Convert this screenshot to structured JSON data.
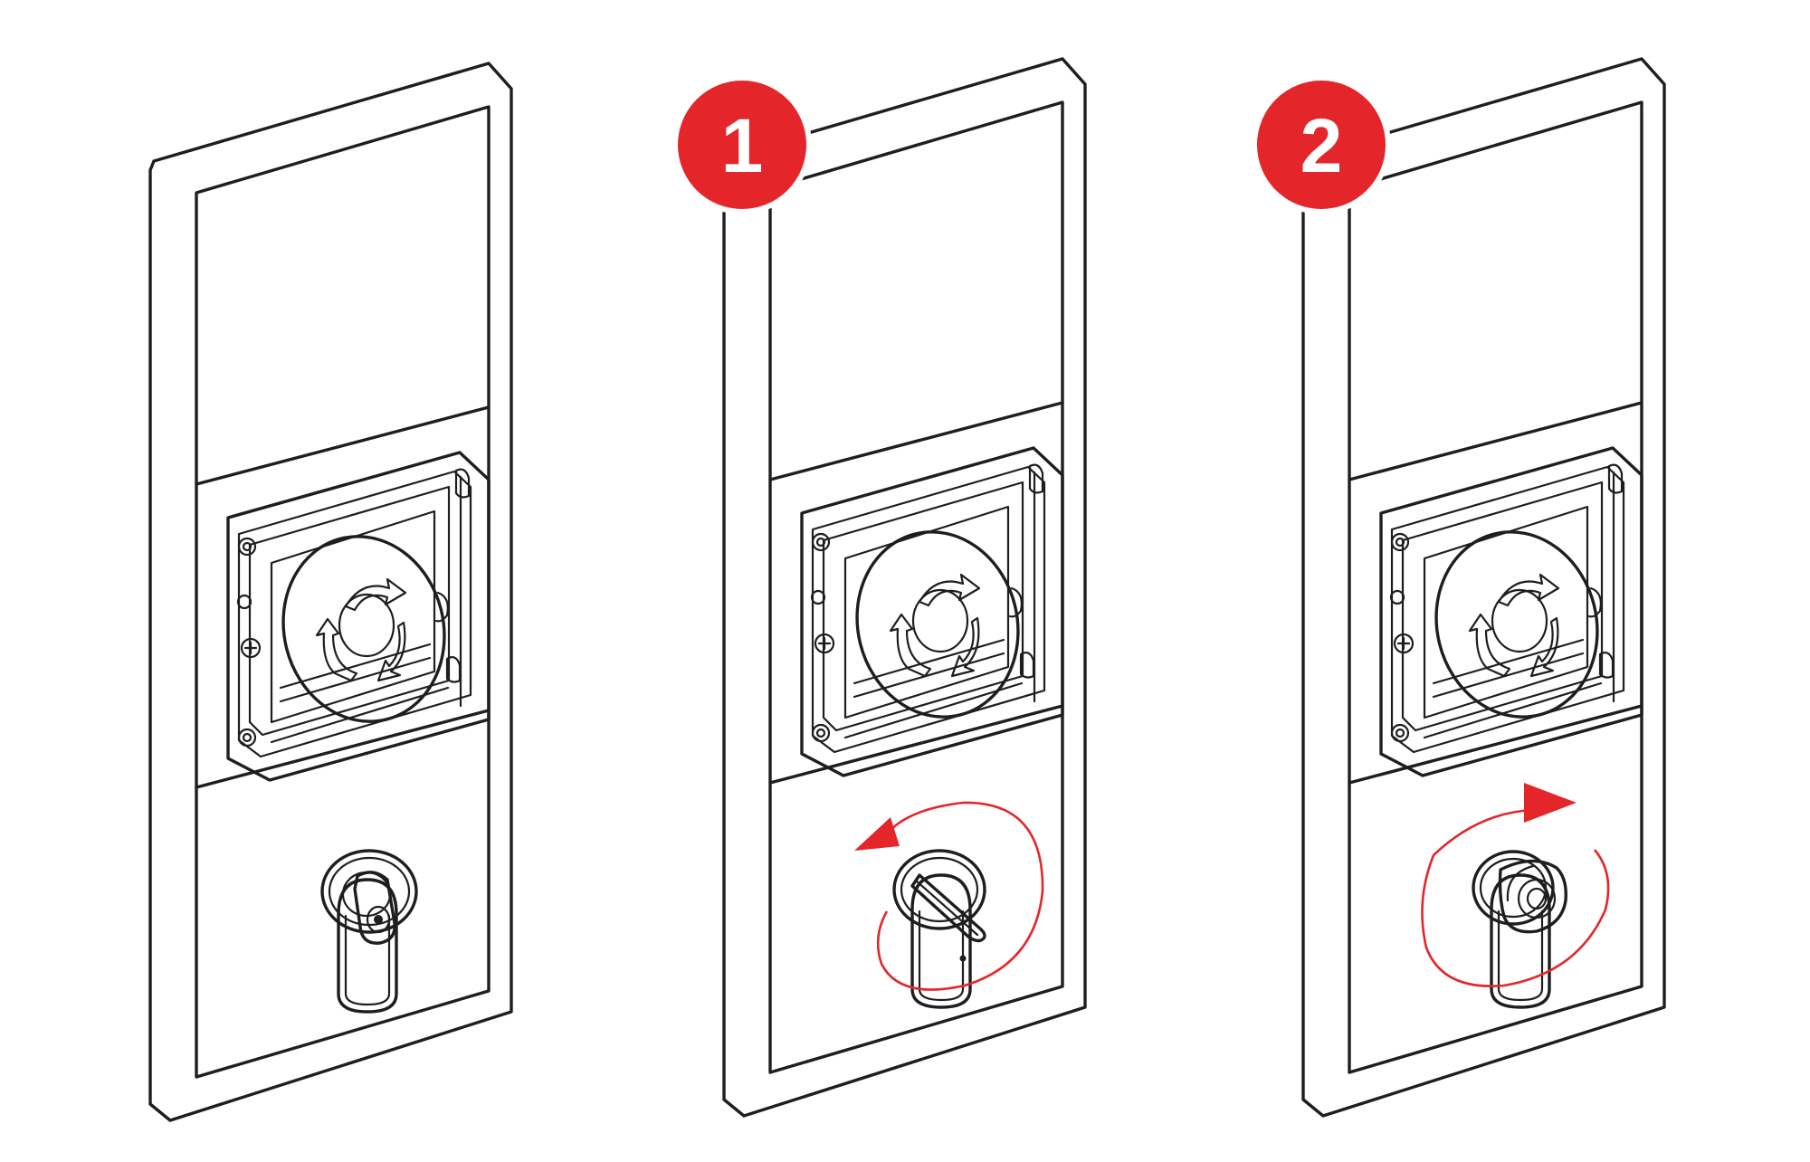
{
  "accent_color": "#e4262a",
  "panels": [
    {
      "id": "initial",
      "badge": "",
      "rotation": "none"
    },
    {
      "id": "step-1",
      "badge": "1",
      "rotation": "counterclockwise",
      "key_state": "turned"
    },
    {
      "id": "step-2",
      "badge": "2",
      "rotation": "clockwise",
      "key_state": "knob"
    }
  ]
}
